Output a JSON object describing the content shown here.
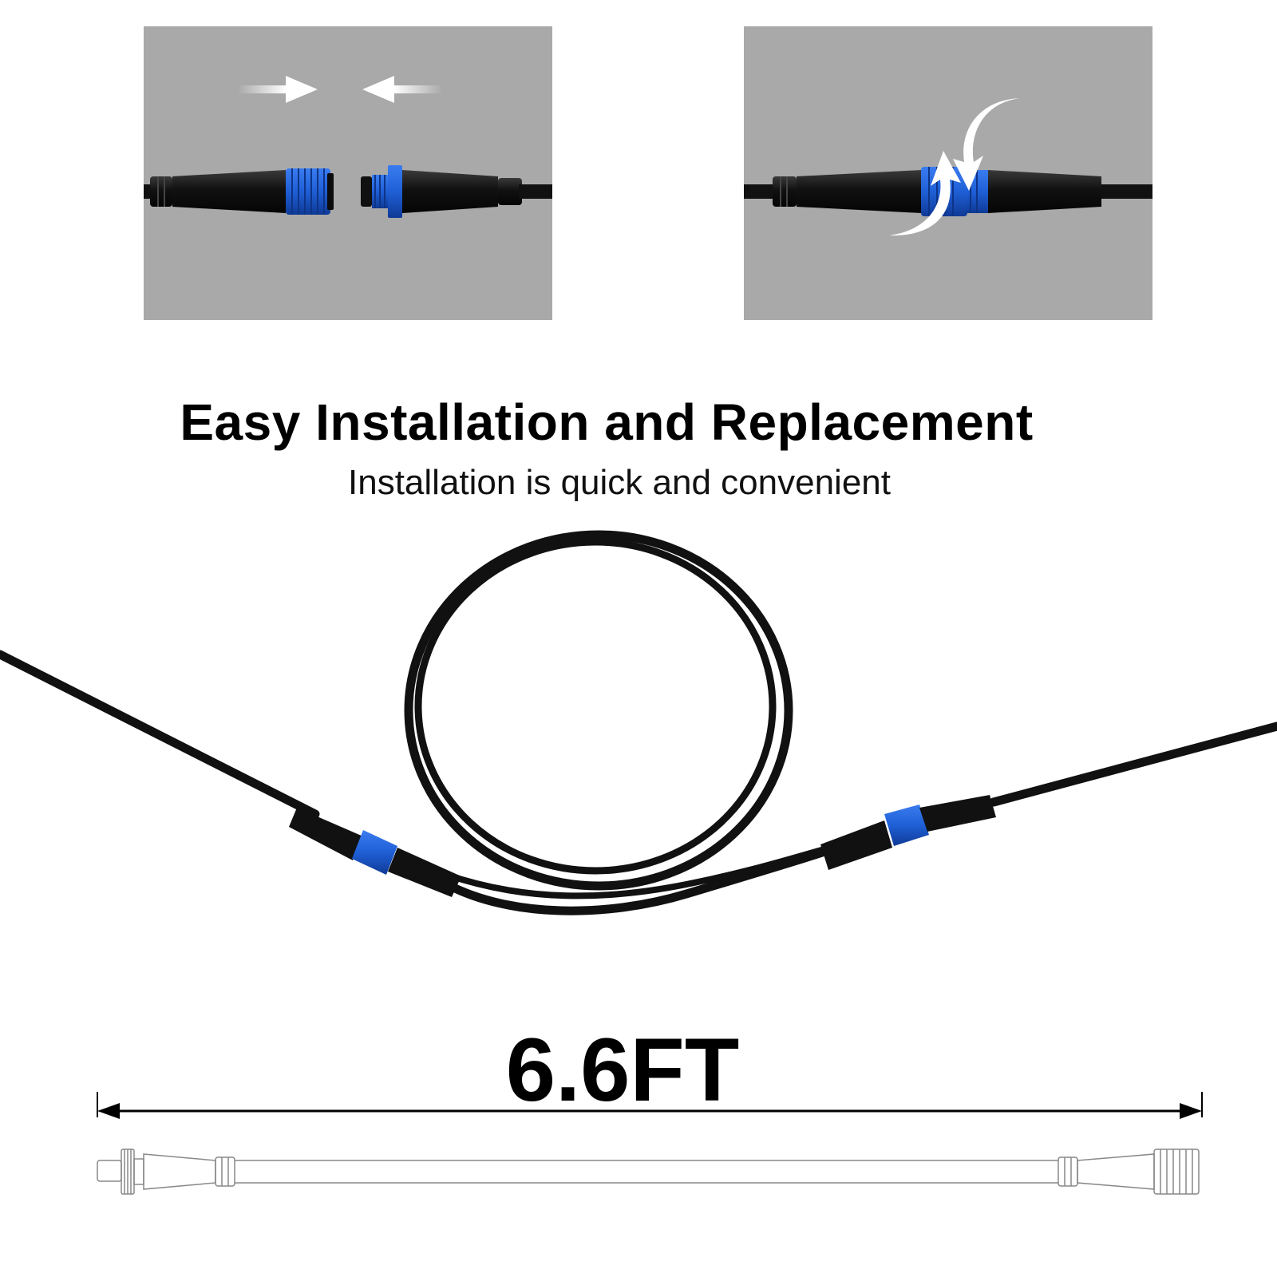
{
  "headline": "Easy Installation and Replacement",
  "subheadline": "Installation is quick and convenient",
  "length_label": "6.6FT",
  "colors": {
    "panel_background": "#a9a9a9",
    "connector_blue": "#1f5fd6",
    "cable_black": "#111111",
    "arrow_white": "#ffffff"
  },
  "icons": {
    "push_arrows": "push-together-arrows",
    "twist_arrows": "twist-lock-arrows",
    "dimension_arrow": "double-headed-arrow"
  }
}
